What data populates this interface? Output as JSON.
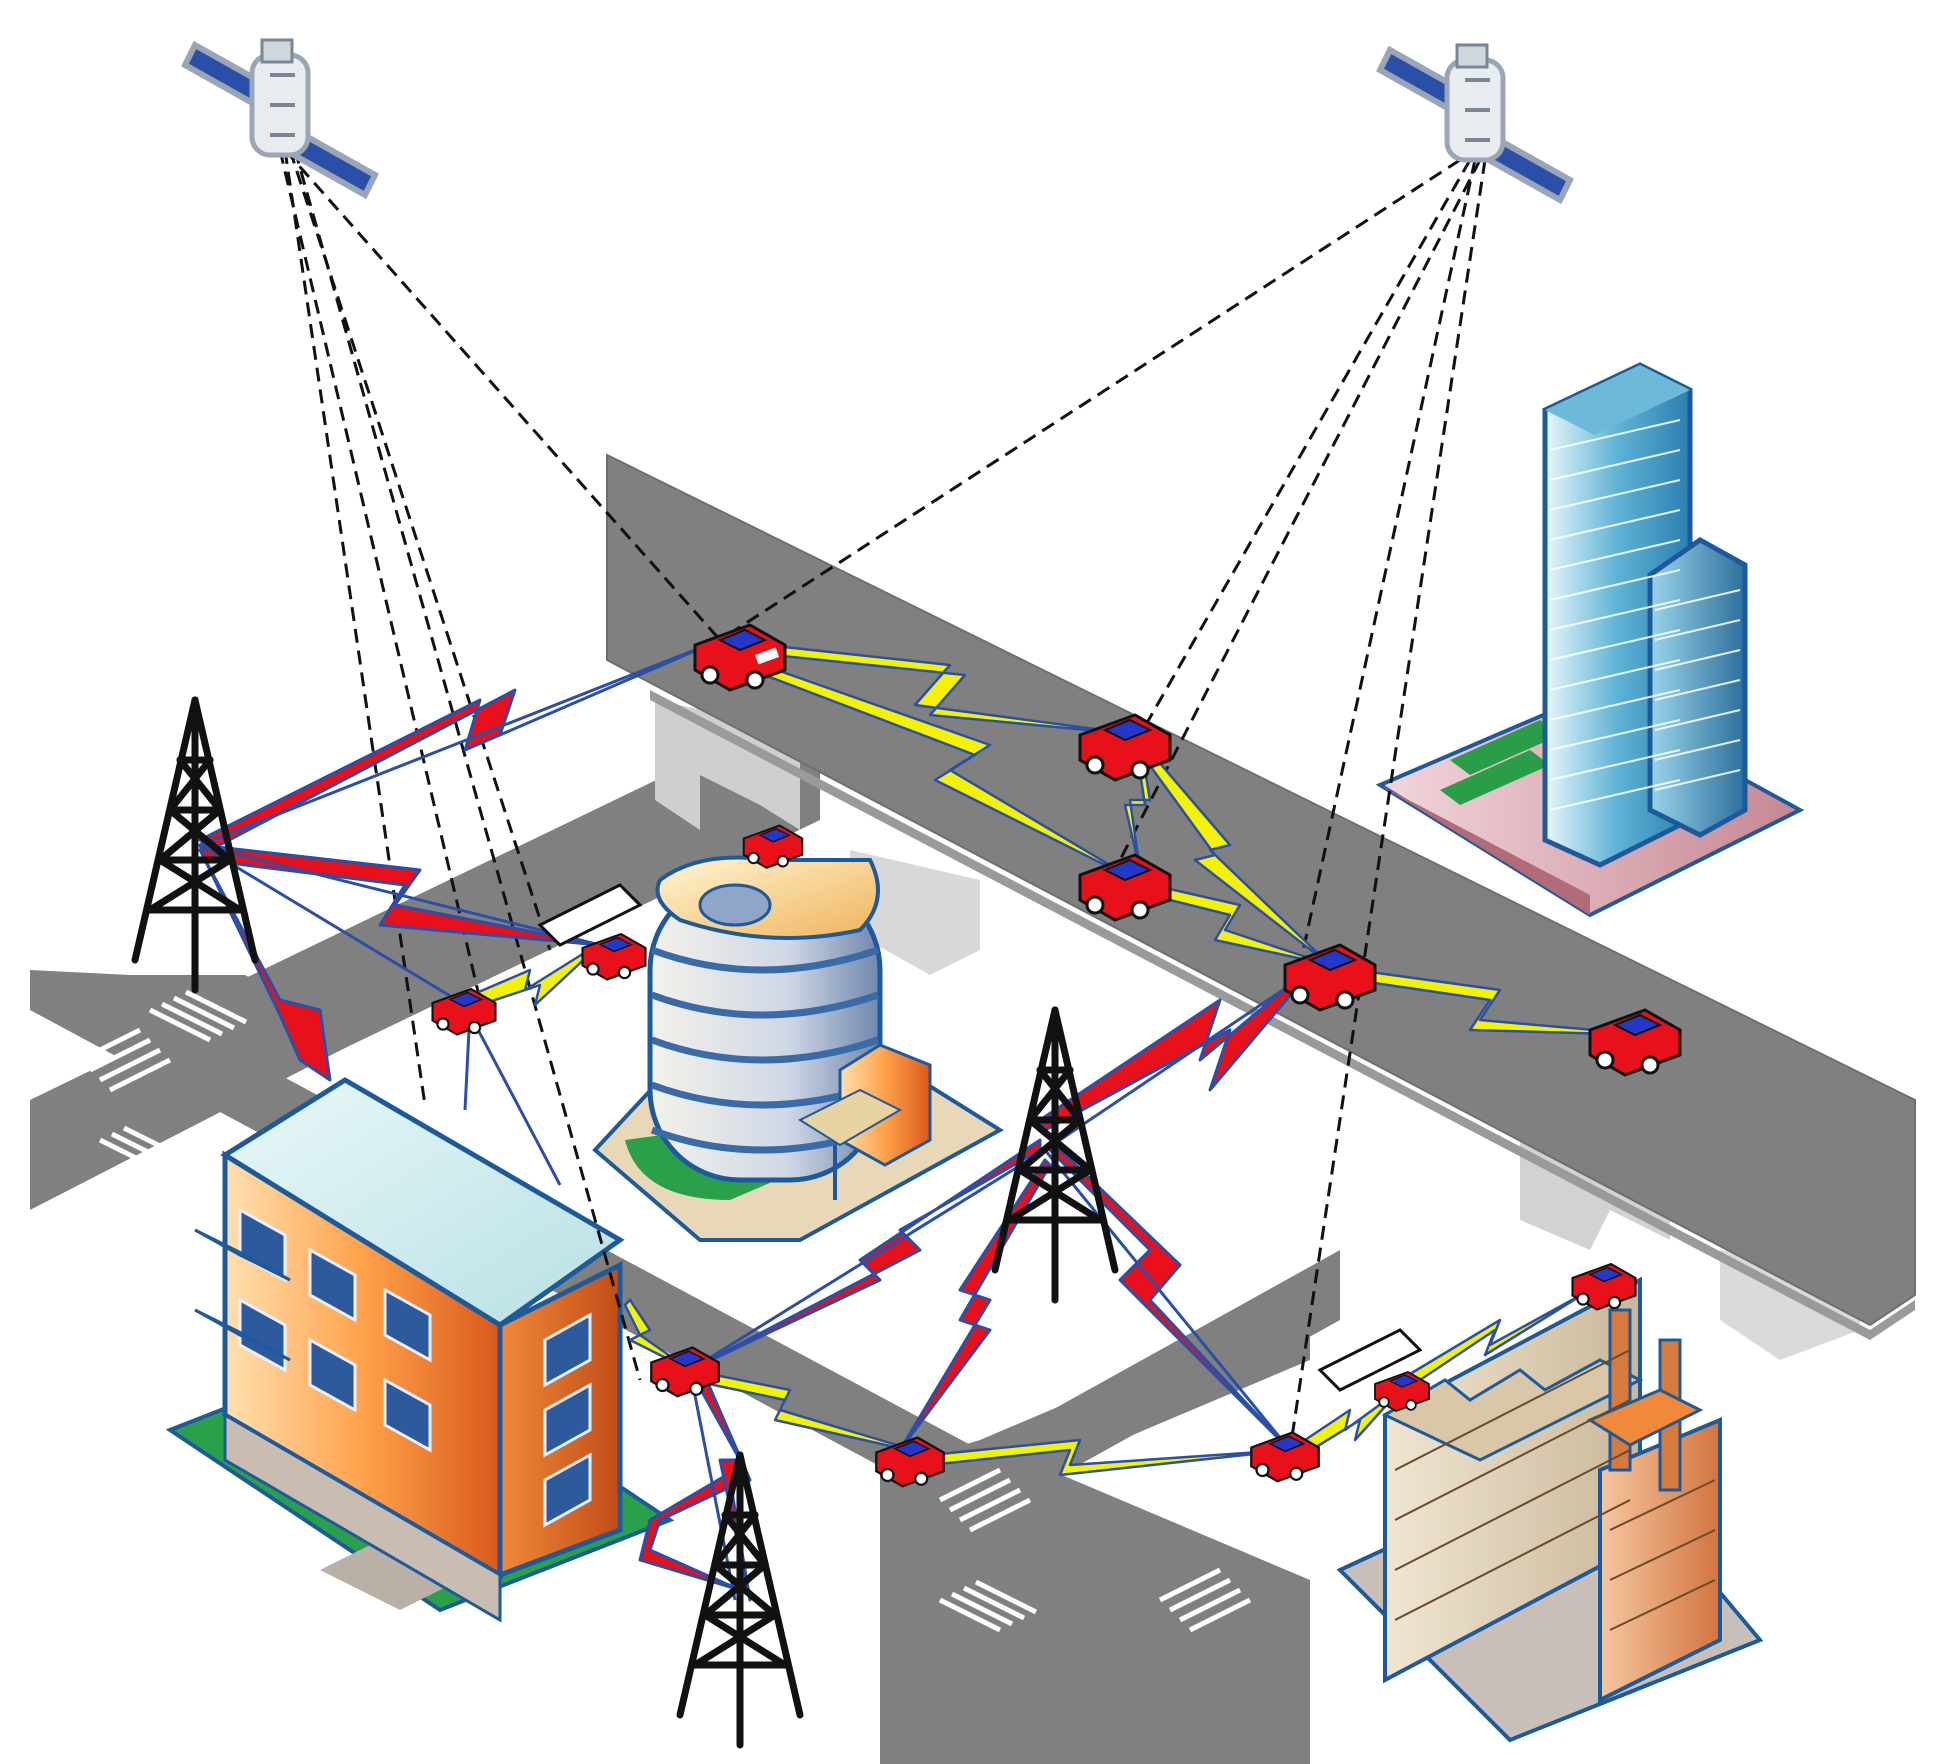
{
  "colors": {
    "road": "#808080",
    "road_edge": "#6e6e6e",
    "pillar": "#cfcfcf",
    "crosswalk": "#ffffff",
    "car_body": "#e8101a",
    "car_roof": "#2338c8",
    "v2v_link": "#f3f300",
    "cell_link": "#e8101a",
    "link_outline": "#2a4fa8",
    "satellite_link": "#111111",
    "tower": "#111111",
    "outline": "#1c5a9c"
  },
  "icons": {
    "satellite": "satellite-icon",
    "tower": "cell-tower-icon",
    "car": "car-icon",
    "skyscraper": "skyscraper-icon",
    "round_building": "round-office-building-icon",
    "apartment": "apartment-building-icon",
    "factory": "factory-icon",
    "rsu": "roadside-unit-icon"
  },
  "counts": {
    "satellites": 2,
    "cell_towers": 3,
    "vehicles": 13,
    "buildings": 4
  }
}
